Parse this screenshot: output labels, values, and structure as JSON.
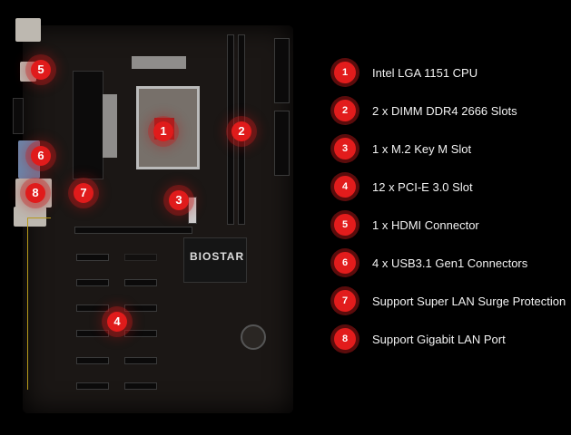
{
  "board": {
    "chipset_logo": "BIOSTAR"
  },
  "markers": [
    "1",
    "2",
    "3",
    "4",
    "5",
    "6",
    "7",
    "8"
  ],
  "legend": [
    {
      "number": "1",
      "label": "Intel LGA 1151 CPU"
    },
    {
      "number": "2",
      "label": "2 x DIMM DDR4 2666 Slots"
    },
    {
      "number": "3",
      "label": "1 x M.2 Key M Slot"
    },
    {
      "number": "4",
      "label": "12 x PCI-E 3.0 Slot"
    },
    {
      "number": "5",
      "label": "1 x HDMI Connector"
    },
    {
      "number": "6",
      "label": "4 x USB3.1 Gen1 Connectors"
    },
    {
      "number": "7",
      "label": "Support Super LAN Surge Protection"
    },
    {
      "number": "8",
      "label": "Support Gigabit LAN Port"
    }
  ],
  "colors": {
    "accent": "#e21c1c",
    "background": "#000000",
    "board": "#1b1715"
  }
}
